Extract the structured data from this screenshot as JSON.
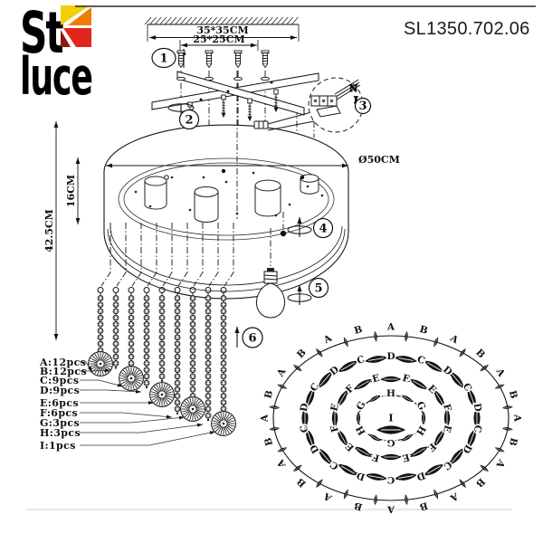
{
  "header": {
    "brand_top": "St",
    "brand_bottom": "luce",
    "model": "SL1350.702.06"
  },
  "brand_colors": {
    "yellow": "#f2cf05",
    "orange": "#ee7d00",
    "red": "#e3261d",
    "dark_red": "#8f1511"
  },
  "dims": {
    "outer": "35*35CM",
    "inner": "25*25CM",
    "diameter": "Ø50CM",
    "height": "16CM",
    "total": "42.5CM"
  },
  "wiring": {
    "n_label": "N",
    "l_label": "L"
  },
  "steps": [
    "1",
    "2",
    "3",
    "4",
    "5",
    "6"
  ],
  "parts_list": [
    "A:12pcs",
    "B:12pcs",
    "C:9pcs",
    "D:9pcs",
    "E:6pcs",
    "F:6pcs",
    "G:3pcs",
    "H:3pcs",
    "I:1pcs"
  ],
  "plan_view": {
    "center_label": "I",
    "rings": [
      {
        "letters": [
          "A",
          "B"
        ],
        "count_each": 12
      },
      {
        "letters": [
          "C",
          "D"
        ],
        "count_each": 9
      },
      {
        "letters": [
          "E",
          "F"
        ],
        "count_each": 6
      },
      {
        "letters": [
          "G",
          "H"
        ],
        "count_each": 3
      }
    ]
  }
}
